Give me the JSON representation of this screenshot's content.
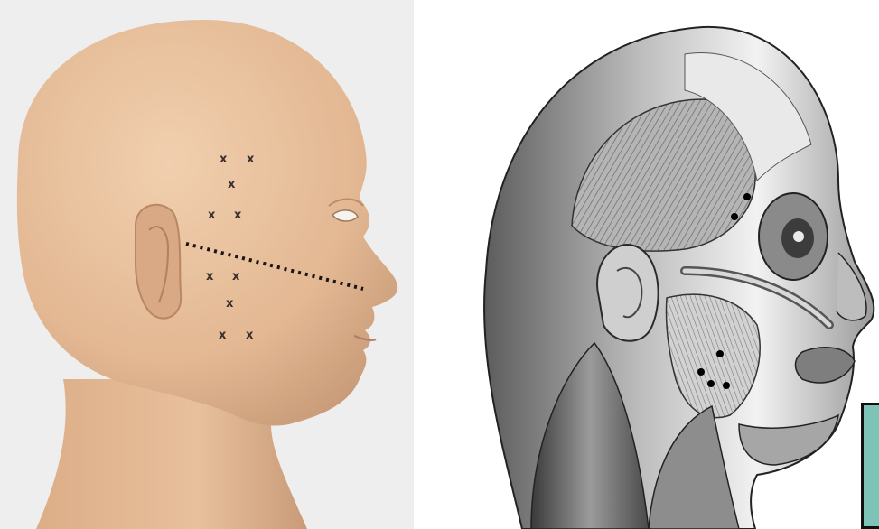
{
  "left_panel": {
    "subject": "head-profile-photo",
    "injection_marks": [
      {
        "symbol": "x"
      },
      {
        "symbol": "x"
      },
      {
        "symbol": "x"
      },
      {
        "symbol": "x"
      },
      {
        "symbol": "x"
      },
      {
        "symbol": "x"
      },
      {
        "symbol": "x"
      },
      {
        "symbol": "x"
      },
      {
        "symbol": "x"
      },
      {
        "symbol": "x"
      }
    ],
    "guide_line": "dotted"
  },
  "right_panel": {
    "subject": "facial-musculature-illustration",
    "injection_points": 6
  },
  "colors": {
    "skin": "#e9c2a0",
    "skin_shadow": "#c99b78",
    "mark": "#3a3030",
    "muscle_dark": "#4a4a4a",
    "muscle_light": "#d7d7d7",
    "accent_teal": "#7dc3b6"
  }
}
